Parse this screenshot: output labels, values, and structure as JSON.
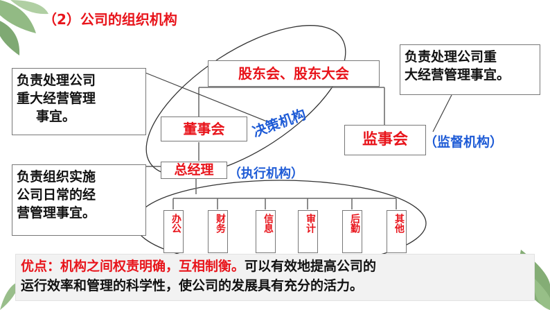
{
  "title": "（2）公司的组织机构",
  "nodes": {
    "shareholders": "股东会、股东大会",
    "board": "董事会",
    "supervisors": "监事会",
    "manager": "总经理"
  },
  "tags": {
    "decision": "决策机构",
    "supervise": "（监督机构）",
    "execute": "（执行机构）"
  },
  "notes": {
    "right_top": [
      "负责处理公司重",
      "大经营管理事宜。"
    ],
    "left_top": [
      "负责处理公司",
      "重大经营管理",
      "事宜。"
    ],
    "left_mid": [
      "负责组织实施",
      "公司日常的经",
      "营管理事宜。"
    ]
  },
  "departments": [
    "办公",
    "财务",
    "信息",
    "审计",
    "后勤",
    "其他"
  ],
  "summary": {
    "label": "优点：机构之间权责明确，互相制衡。",
    "rest_line1": "可以有效地提高公司的",
    "line2": "运行效率和管理的科学性，使公司的发展具有充分的活力。"
  },
  "colors": {
    "red": "#e8141b",
    "blue": "#1e5bd6",
    "leaf": "#7fae6e"
  }
}
